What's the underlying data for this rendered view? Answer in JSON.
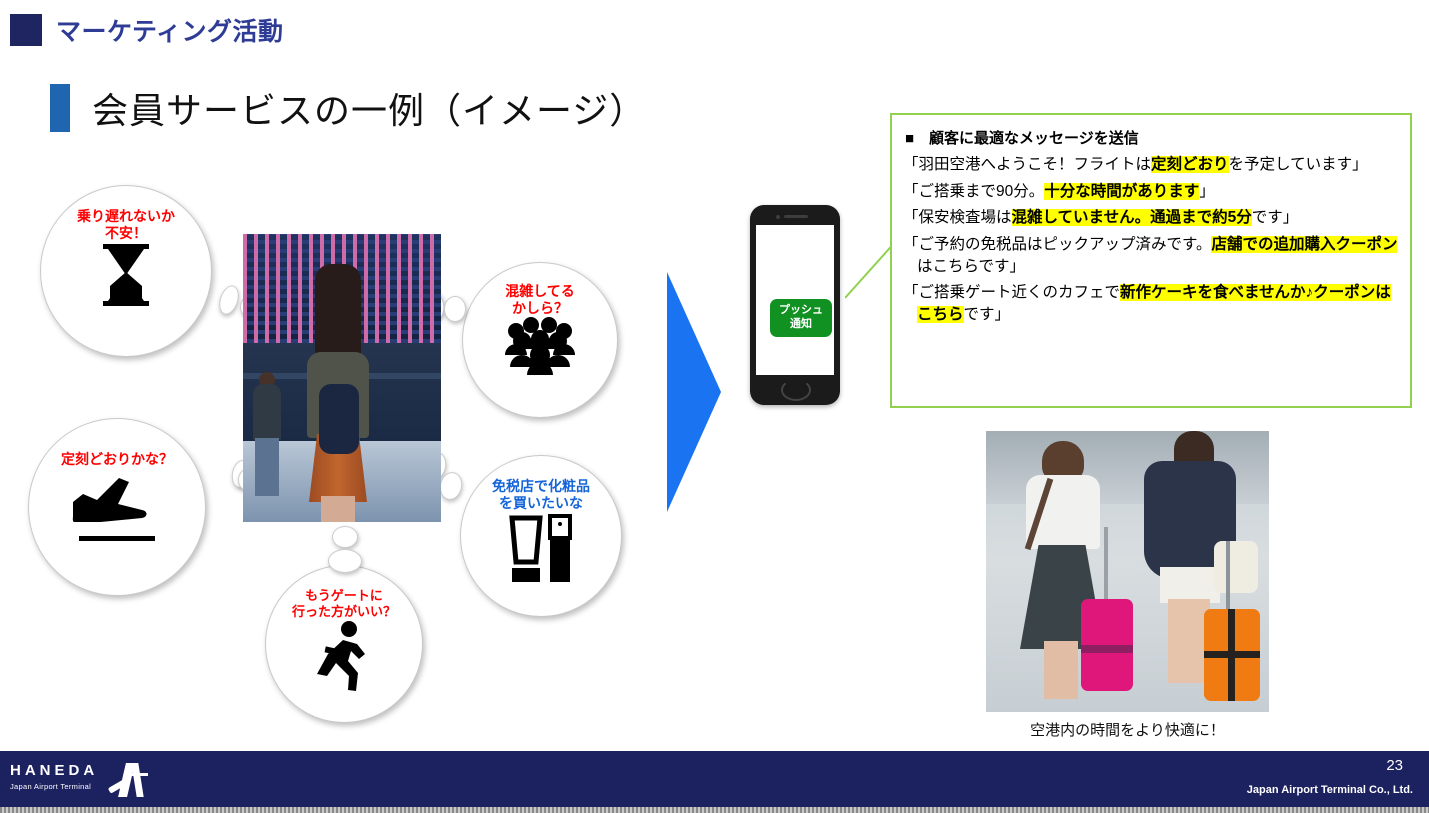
{
  "header": {
    "kicker": "マーケティング活動",
    "subtitle": "会員サービスの一例（イメージ）"
  },
  "bubbles": [
    {
      "id": "worry-late",
      "text": "乗り遅れないか\n不安！",
      "icon": "hourglass-icon",
      "color": "#FF0000"
    },
    {
      "id": "on-time",
      "text": "定刻どおりかな？",
      "icon": "airplane-departure-icon",
      "color": "#FF0000"
    },
    {
      "id": "go-to-gate",
      "text": "もうゲートに\n行った方がいい？",
      "icon": "running-person-icon",
      "color": "#FF0000"
    },
    {
      "id": "crowded",
      "text": "混雑してる\nかしら？",
      "icon": "crowd-of-people-icon",
      "color": "#FF0000"
    },
    {
      "id": "duty-free",
      "text": "免税店で化粧品\nを買いたいな",
      "icon": "cosmetics-icon",
      "color": "#1565D8"
    }
  ],
  "phone": {
    "push_label": "プッシュ\n通知"
  },
  "message_box": {
    "heading": "■　顧客に最適なメッセージを送信",
    "border_color": "#92D050",
    "highlight_color": "#FFFF00",
    "lines": [
      [
        {
          "t": "「羽田空港へようこそ！フライトは",
          "hl": false
        },
        {
          "t": "定刻どおり",
          "hl": true
        },
        {
          "t": "を予定しています」",
          "hl": false
        }
      ],
      [
        {
          "t": "「ご搭乗まで90分。",
          "hl": false
        },
        {
          "t": "十分な時間があります",
          "hl": true
        },
        {
          "t": "」",
          "hl": false
        }
      ],
      [
        {
          "t": "「保安検査場は",
          "hl": false
        },
        {
          "t": "混雑していません。通過まで約5分",
          "hl": true
        },
        {
          "t": "です」",
          "hl": false
        }
      ],
      [
        {
          "t": "「ご予約の免税品はピックアップ済みです。",
          "hl": false
        },
        {
          "t": "店舗での追加購入クーポン",
          "hl": true
        },
        {
          "t": "はこちらです」",
          "hl": false
        }
      ],
      [
        {
          "t": "「ご搭乗ゲート近くのカフェで",
          "hl": false
        },
        {
          "t": "新作ケーキを食べませんか♪クーポンはこちら",
          "hl": true
        },
        {
          "t": "です」",
          "hl": false
        }
      ]
    ]
  },
  "bottom_photo": {
    "caption": "空港内の時間をより快適に！"
  },
  "footer": {
    "logo_main": "HANEDA",
    "logo_sub": "Japan Airport Terminal",
    "page_number": "23",
    "copyright": "Japan Airport Terminal Co., Ltd."
  }
}
